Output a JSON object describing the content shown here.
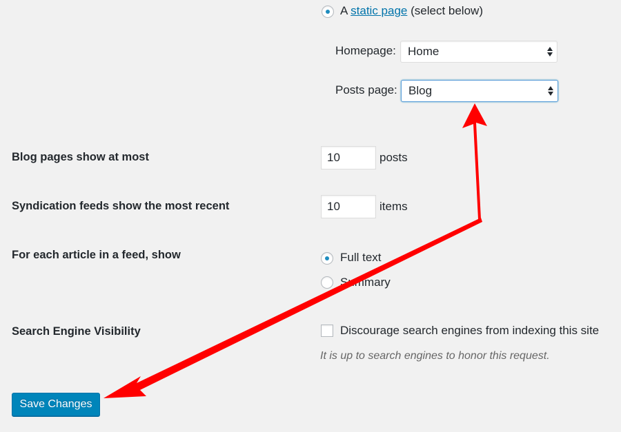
{
  "front_page": {
    "radio_prefix": "A",
    "radio_link": "static page",
    "radio_suffix": "(select below)",
    "homepage_label": "Homepage:",
    "homepage_value": "Home",
    "posts_label": "Posts page:",
    "posts_value": "Blog"
  },
  "blog_pages": {
    "label": "Blog pages show at most",
    "value": "10",
    "unit": "posts"
  },
  "syndication": {
    "label": "Syndication feeds show the most recent",
    "value": "10",
    "unit": "items"
  },
  "feed_article": {
    "label": "For each article in a feed, show",
    "option_full": "Full text",
    "option_summary": "Summary"
  },
  "search_visibility": {
    "label": "Search Engine Visibility",
    "checkbox_label": "Discourage search engines from indexing this site",
    "description": "It is up to search engines to honor this request."
  },
  "save_button": "Save Changes",
  "colors": {
    "accent": "#0085ba",
    "annotation_arrow": "#ff0000"
  }
}
